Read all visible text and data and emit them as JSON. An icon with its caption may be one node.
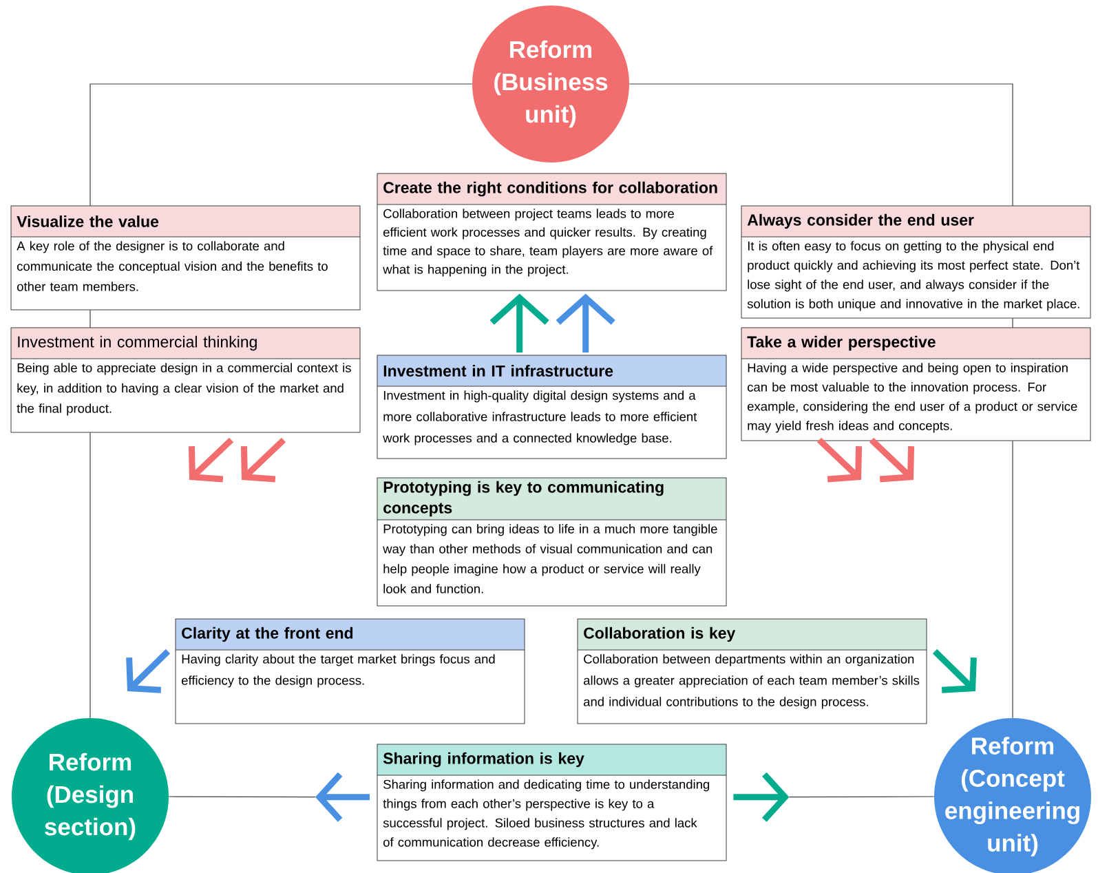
{
  "diagram": {
    "nodes": [
      {
        "text": [
          "Reform (Business unit)"
        ]
      },
      {
        "text": [
          "Visualize the value",
          "A key role of the designer is to collaborate and communicate the conceptual vision and the benefits to other team members."
        ]
      },
      {
        "text": [
          "Create the right conditions for collaboration",
          "Collaboration between project teams leads to more efficient work processes and quicker results. By creating time and space to share, team players are more aware of what is happening in the project."
        ]
      },
      {
        "text": [
          "Always consider the end user",
          "It is often easy to focus on getting to the physical end product quickly and achieving its most perfect state. Don’t lose sight of the end user, and always consider if the solution is both unique and innovative in the market place."
        ]
      },
      {
        "text": [
          "Investment in commercial thinking",
          "Being able to appreciate design in a commercial context is key, in addition to having a clear vision of the market and the final product."
        ]
      },
      {
        "text": [
          "Investment in IT infrastructure",
          "Investment in high-quality digital design systems and a more collaborative infrastructure leads to more efficient work processes and a connected knowledge base."
        ]
      },
      {
        "text": [
          "Take a wider perspective",
          "Having a wide perspective and being open to inspiration can be most valuable to the innovation process. For example, considering the end user of a product or service may yield fresh ideas and concepts."
        ]
      },
      {
        "text": [
          "Prototyping is key to communicating concepts",
          "Prototyping can bring ideas to life in a much more tangible way than other methods of visual communication and can help people imagine how a product or service will really look and function."
        ]
      },
      {
        "text": [
          "Clarity at the front end",
          "Having clarity about the target market brings focus and efficiency to the design process."
        ]
      },
      {
        "text": [
          "Collaboration is key",
          "Collaboration between departments within an organization allows a greater appreciation of each team member’s skills and individual contributions to the design process."
        ]
      },
      {
        "text": [
          "Reform (Design section)"
        ]
      },
      {
        "text": [
          "Sharing information is key",
          "Sharing information and dedicating time to understanding things from each other’s perspective is key to a successful project. Siloed business structures and lack of communication decrease efficiency."
        ]
      },
      {
        "text": [
          "Reform (Concept engineering unit)"
        ]
      }
    ],
    "edges": [
      {
        "from": 0,
        "to": 1,
        "arrow": "none"
      },
      {
        "from": 1,
        "to": 4,
        "arrow": "none"
      },
      {
        "from": 4,
        "to": 10,
        "arrow": "none"
      },
      {
        "from": 0,
        "to": 3,
        "arrow": "none"
      },
      {
        "from": 3,
        "to": 6,
        "arrow": "none"
      },
      {
        "from": 6,
        "to": 12,
        "arrow": "none"
      },
      {
        "from": 11,
        "to": null,
        "arrow": "to",
        "style": "thick",
        "color": "#4a90e2"
      },
      {
        "from": 11,
        "to": null,
        "arrow": "to",
        "style": "thick",
        "color": "#00ab8e"
      },
      {
        "from": null,
        "to": 10,
        "arrow": "none"
      },
      {
        "from": null,
        "to": 12,
        "arrow": "none"
      },
      {
        "from": 5,
        "to": 2,
        "arrow": "to",
        "style": "thick",
        "color": "#00ab8e"
      },
      {
        "from": 5,
        "to": 2,
        "arrow": "to",
        "style": "thick",
        "color": "#4a90e2"
      }
    ]
  }
}
